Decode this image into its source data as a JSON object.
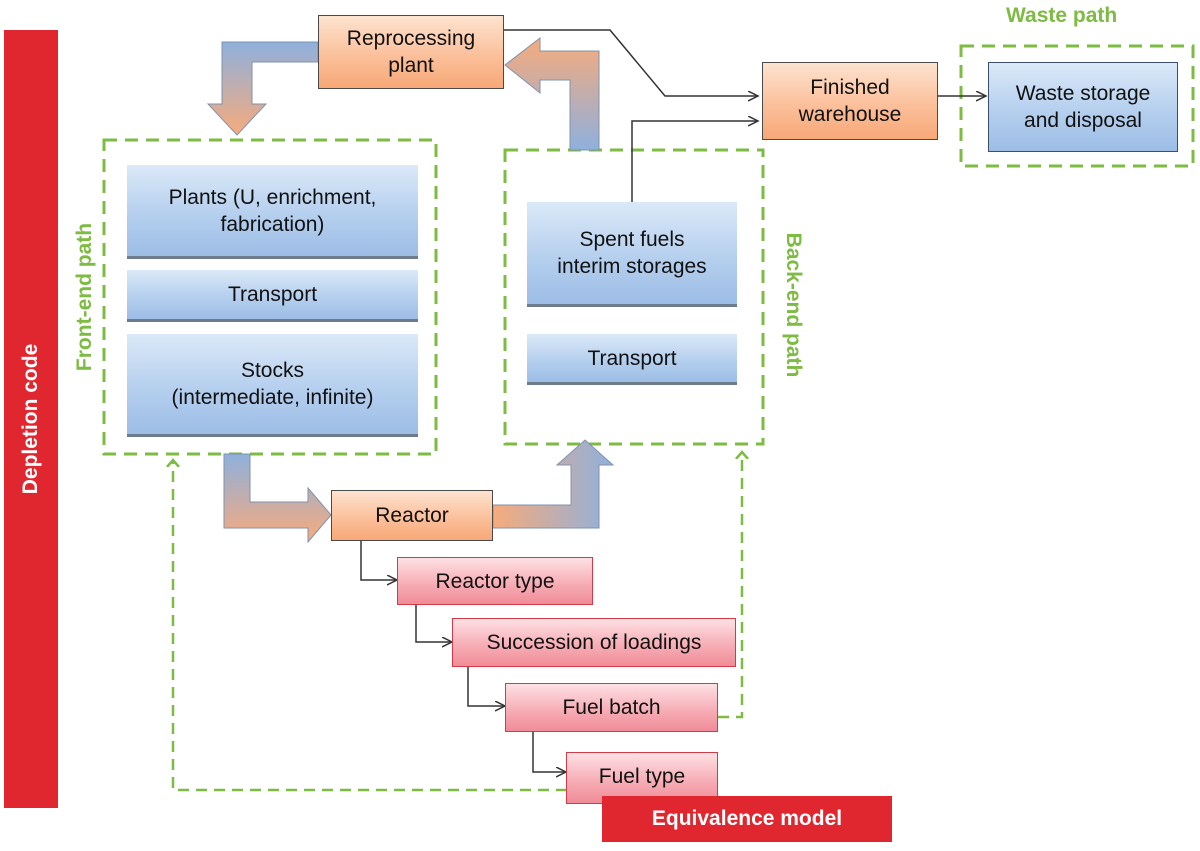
{
  "labels": {
    "depletion_code": "Depletion code",
    "waste_path": "Waste path",
    "front_end_path": "Front-end path",
    "back_end_path": "Back-end path",
    "equivalence_model": "Equivalence model"
  },
  "boxes": {
    "reprocessing_plant": [
      "Reprocessing",
      "plant"
    ],
    "finished_warehouse": [
      "Finished",
      "warehouse"
    ],
    "waste_storage": [
      "Waste storage",
      "and disposal"
    ],
    "plants": [
      "Plants (U, enrichment,",
      "fabrication)"
    ],
    "front_transport": "Transport",
    "stocks": [
      "Stocks",
      "(intermediate, infinite)"
    ],
    "spent_fuels": [
      "Spent fuels",
      "interim storages"
    ],
    "back_transport": "Transport",
    "reactor": "Reactor",
    "reactor_type": "Reactor type",
    "succession_of_loadings": "Succession of loadings",
    "fuel_batch": "Fuel batch",
    "fuel_type": "Fuel type"
  },
  "colors": {
    "green_dashed": "#7dbb42",
    "red_bar": "#e0262f",
    "blue_box": "#b5cfee",
    "orange_box": "#fbc09b",
    "pink_box": "#f6aab3"
  }
}
